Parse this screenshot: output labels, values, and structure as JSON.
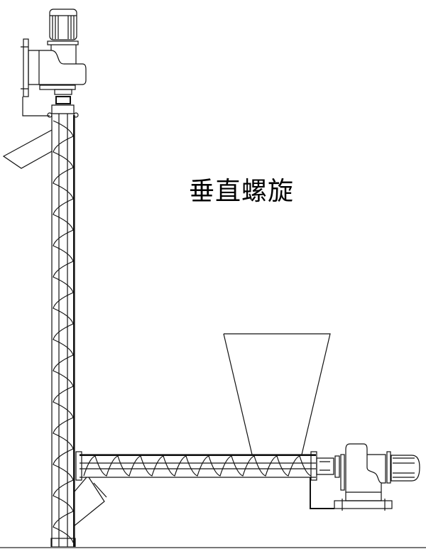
{
  "title": "垂直螺旋",
  "colors": {
    "line": "#111111",
    "background": "#ffffff",
    "ground": "#777777"
  },
  "components": [
    "top-drive-motor",
    "vertical-screw-tube",
    "outlet-chute",
    "horizontal-screw-tube",
    "feed-hopper",
    "bottom-drive-motor"
  ]
}
